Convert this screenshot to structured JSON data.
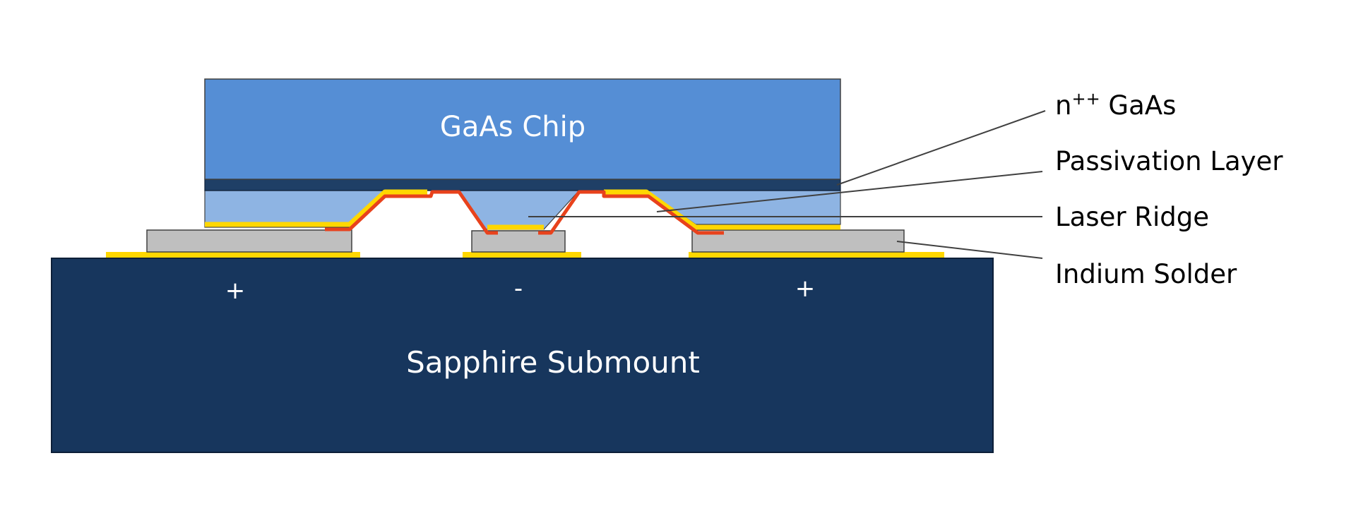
{
  "diagram": {
    "chip_label": "GaAs Chip",
    "submount_label": "Sapphire Submount",
    "polarity": {
      "left": "+",
      "center": "-",
      "right": "+"
    },
    "callouts": {
      "n_gaas": {
        "prefix": "n",
        "sup": "++",
        "suffix": " GaAs"
      },
      "passivation": "Passivation Layer",
      "laser_ridge": "Laser Ridge",
      "indium_solder": "Indium Solder"
    },
    "colors": {
      "chip": "#558ed5",
      "n_gaas_layer": "#1f3f66",
      "ridge_region": "#8eb4e3",
      "submount": "#17365d",
      "solder_pad": "#bfbfbf",
      "gold_contact": "#ffd700",
      "passivation": "#e8421c",
      "leader_line": "#404040",
      "text_light": "#ffffff",
      "text_dark": "#000000"
    }
  }
}
